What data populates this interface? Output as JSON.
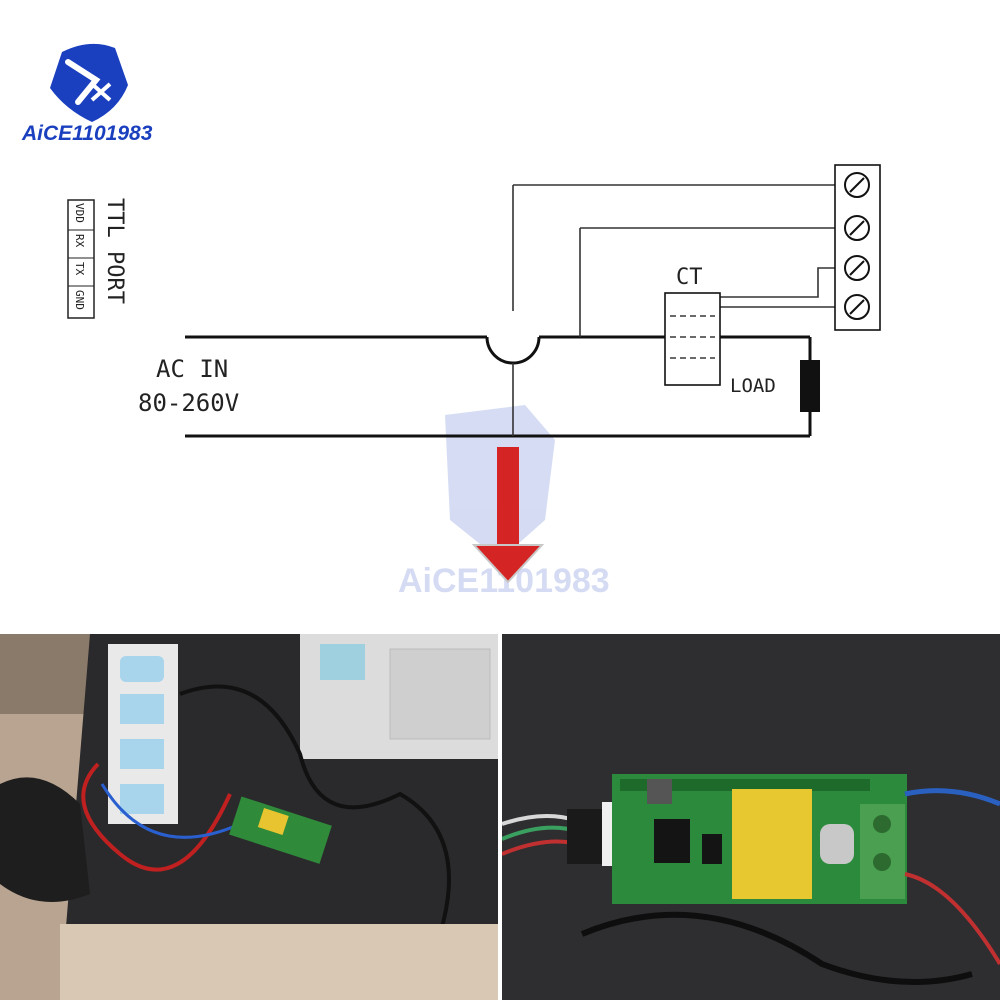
{
  "brand": {
    "logo_text": "AiCE1101983",
    "watermark_text": "AiCE1101983",
    "accent": "#1a3fbf",
    "arrow_color": "#d42424"
  },
  "diagram": {
    "ttl_port_label": "TTL PORT",
    "ttl_pins": [
      "VDD",
      "RX",
      "TX",
      "GND"
    ],
    "ac_in_label": "AC IN",
    "voltage_label": "80-260V",
    "ct_label": "CT",
    "load_label": "LOAD"
  },
  "photos": {
    "left": {
      "description_icon": "setup-photo-icon"
    },
    "right": {
      "description_icon": "module-photo-icon"
    }
  }
}
